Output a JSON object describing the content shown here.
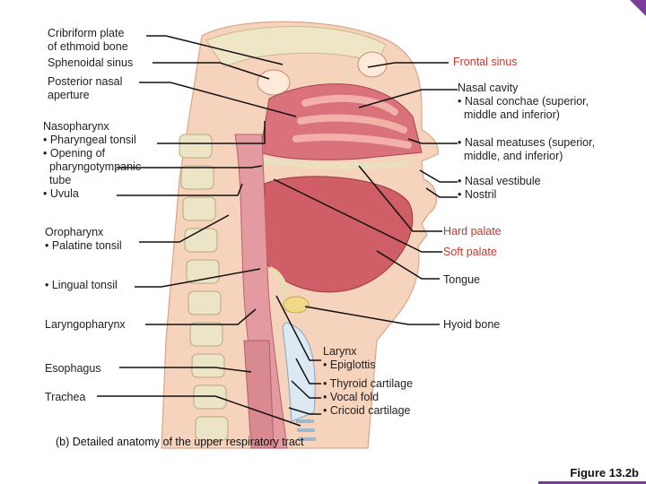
{
  "labels_left": {
    "cribriform": "Cribriform plate\nof ethmoid bone",
    "sphenoidal": "Sphenoidal sinus",
    "posterior_nasal": "Posterior nasal\naperture",
    "nasopharynx": "Nasopharynx\n• Pharyngeal tonsil\n• Opening of\n  pharyngotympanic\n  tube\n• Uvula",
    "oropharynx": "Oropharynx\n• Palatine tonsil",
    "lingual": "• Lingual tonsil",
    "laryngopharynx": "Laryngopharynx",
    "esophagus": "Esophagus",
    "trachea": "Trachea"
  },
  "labels_right": {
    "frontal_sinus": "Frontal sinus",
    "nasal_cavity": "Nasal cavity\n• Nasal conchae (superior,\n  middle and inferior)",
    "nasal_meatuses": "• Nasal meatuses (superior,\n  middle, and inferior)",
    "nasal_vestibule": "• Nasal vestibule\n• Nostril",
    "hard_palate": "Hard palate",
    "soft_palate": "Soft palate",
    "tongue": "Tongue",
    "hyoid": "Hyoid bone"
  },
  "labels_bottom": {
    "larynx": "Larynx\n• Epiglottis",
    "larynx_parts": "• Thyroid cartilage\n• Vocal fold\n• Cricoid cartilage"
  },
  "caption": "(b) Detailed anatomy of the upper respiratory tract",
  "figure_number": "Figure 13.2b",
  "colors": {
    "red_label": "#c0392b",
    "accent": "#7a3b9a"
  }
}
